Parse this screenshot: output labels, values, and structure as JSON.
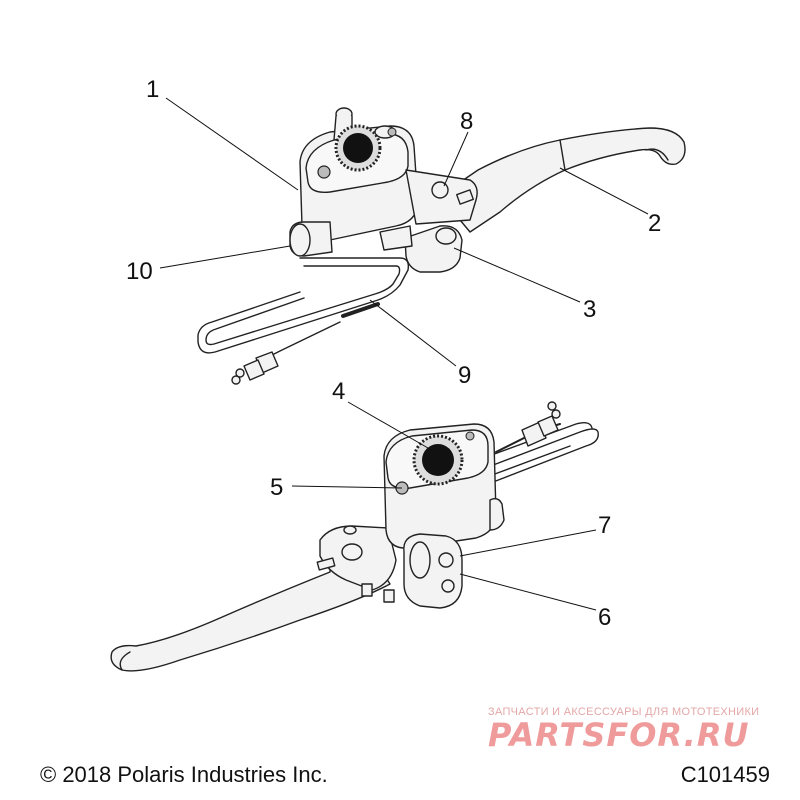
{
  "callouts": [
    "1",
    "2",
    "3",
    "4",
    "5",
    "6",
    "7",
    "8",
    "9",
    "10"
  ],
  "footer": {
    "copyright": "© 2018 Polaris Industries Inc.",
    "code": "C101459"
  },
  "watermark": {
    "tagline": "ЗАПЧАСТИ И АКСЕССУАРЫ ДЛЯ МОТОТЕХНИКИ",
    "logo": "PARTSFOR.RU"
  },
  "colors": {
    "line": "#222222",
    "part_fill": "#f3f3f3",
    "shadow": "#dcdcdc",
    "watermark": "#ef9b9b"
  }
}
